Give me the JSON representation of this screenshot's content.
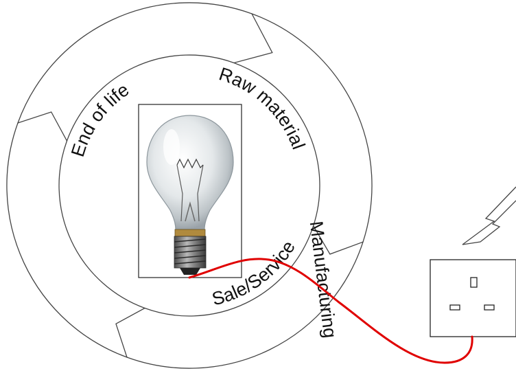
{
  "cycle": {
    "stages": [
      {
        "id": "raw-material",
        "label": "Raw material"
      },
      {
        "id": "manufacturing",
        "label": "Manufacturing"
      },
      {
        "id": "sale-service",
        "label": "Sale/Service"
      },
      {
        "id": "end-of-life",
        "label": "End of life"
      }
    ]
  },
  "center": {
    "image_icon": "light-bulb-icon"
  },
  "connection": {
    "cable_color": "#e00000",
    "socket_icon": "power-socket-icon",
    "bolt_icon": "lightning-bolt-icon"
  },
  "colors": {
    "outline": "#444444",
    "background": "#ffffff"
  }
}
